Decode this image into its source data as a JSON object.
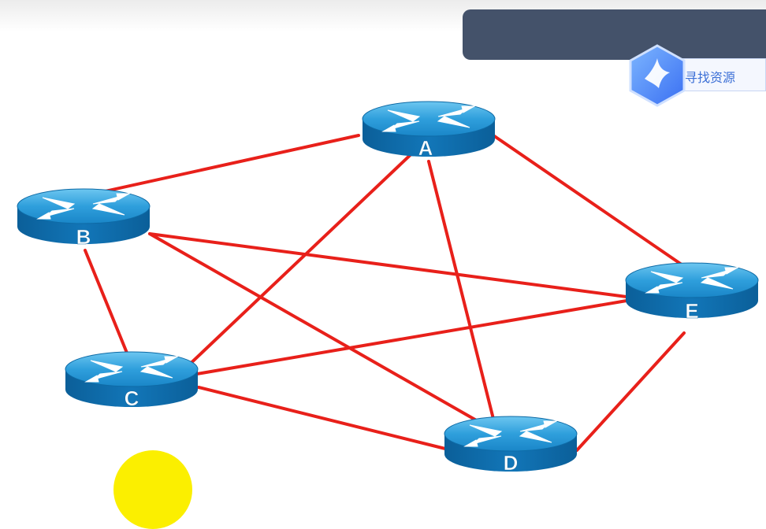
{
  "toolbar": {
    "search_button_label": "寻找资源",
    "logo_icon": "bird-hexagon-icon"
  },
  "network": {
    "routers": [
      {
        "id": "A",
        "label": "A"
      },
      {
        "id": "B",
        "label": "B"
      },
      {
        "id": "C",
        "label": "C"
      },
      {
        "id": "D",
        "label": "D"
      },
      {
        "id": "E",
        "label": "E"
      }
    ],
    "links": [
      [
        "A",
        "B"
      ],
      [
        "A",
        "C"
      ],
      [
        "A",
        "D"
      ],
      [
        "A",
        "E"
      ],
      [
        "B",
        "C"
      ],
      [
        "B",
        "D"
      ],
      [
        "B",
        "E"
      ],
      [
        "C",
        "D"
      ],
      [
        "C",
        "E"
      ],
      [
        "D",
        "E"
      ]
    ],
    "colors": {
      "link": "#e8201a",
      "router_top": "#2d9fda",
      "router_side": "#0f6aa8",
      "router_arrows": "#ffffff"
    },
    "router_icon": "router-icon"
  },
  "overlay": {
    "cursor_highlight_color": "#fbef00"
  }
}
